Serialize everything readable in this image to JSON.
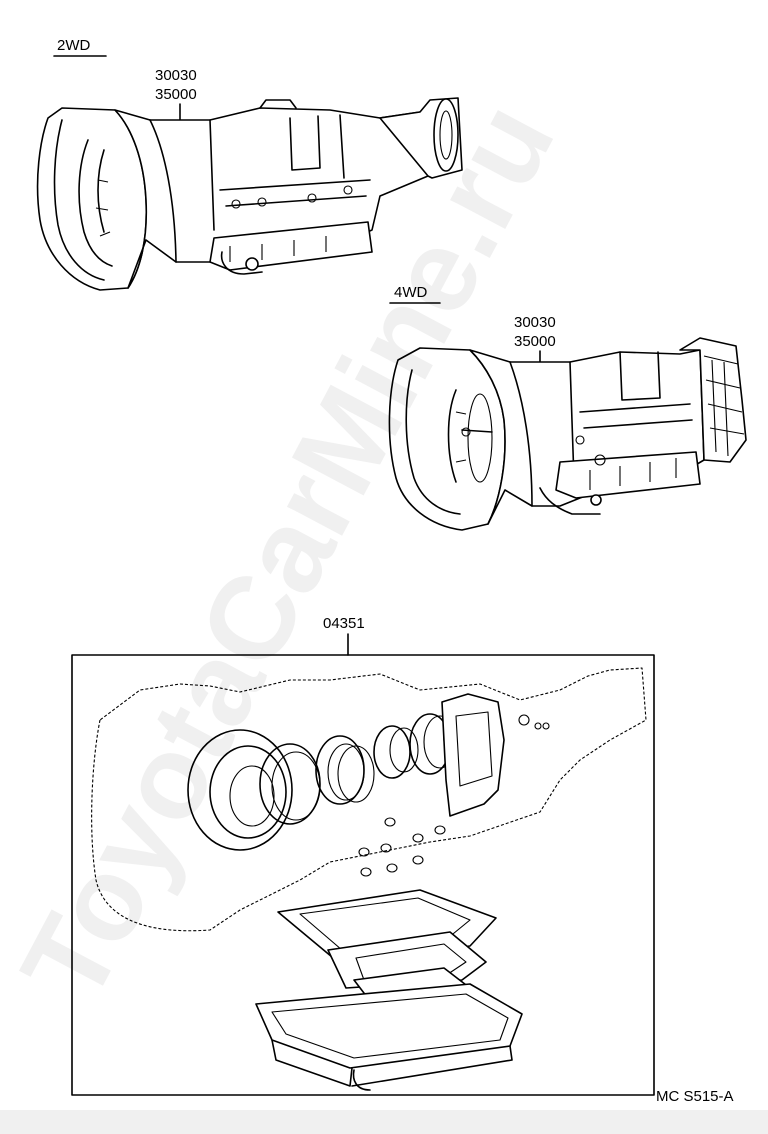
{
  "sections": {
    "wd2": {
      "label": "2WD",
      "part_numbers": [
        "30030",
        "35000"
      ]
    },
    "wd4": {
      "label": "4WD",
      "part_numbers": [
        "30030",
        "35000"
      ]
    },
    "gasket_kit": {
      "part_number": "04351"
    }
  },
  "figure_code": "MC S515-A",
  "watermark": "ToyotaCarMine.ru"
}
